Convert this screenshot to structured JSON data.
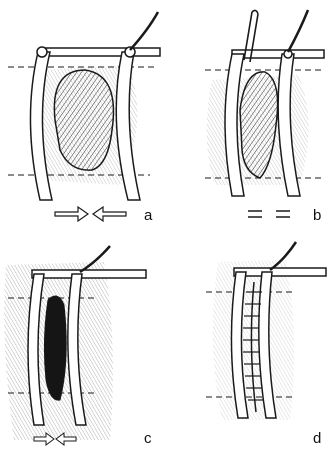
{
  "panels": [
    {
      "label": "a"
    },
    {
      "label": "b"
    },
    {
      "label": "c"
    },
    {
      "label": "d"
    }
  ],
  "colors": {
    "ink": "#1a1a1a",
    "shading": "#3a3a3a",
    "paper": "#ffffff"
  }
}
